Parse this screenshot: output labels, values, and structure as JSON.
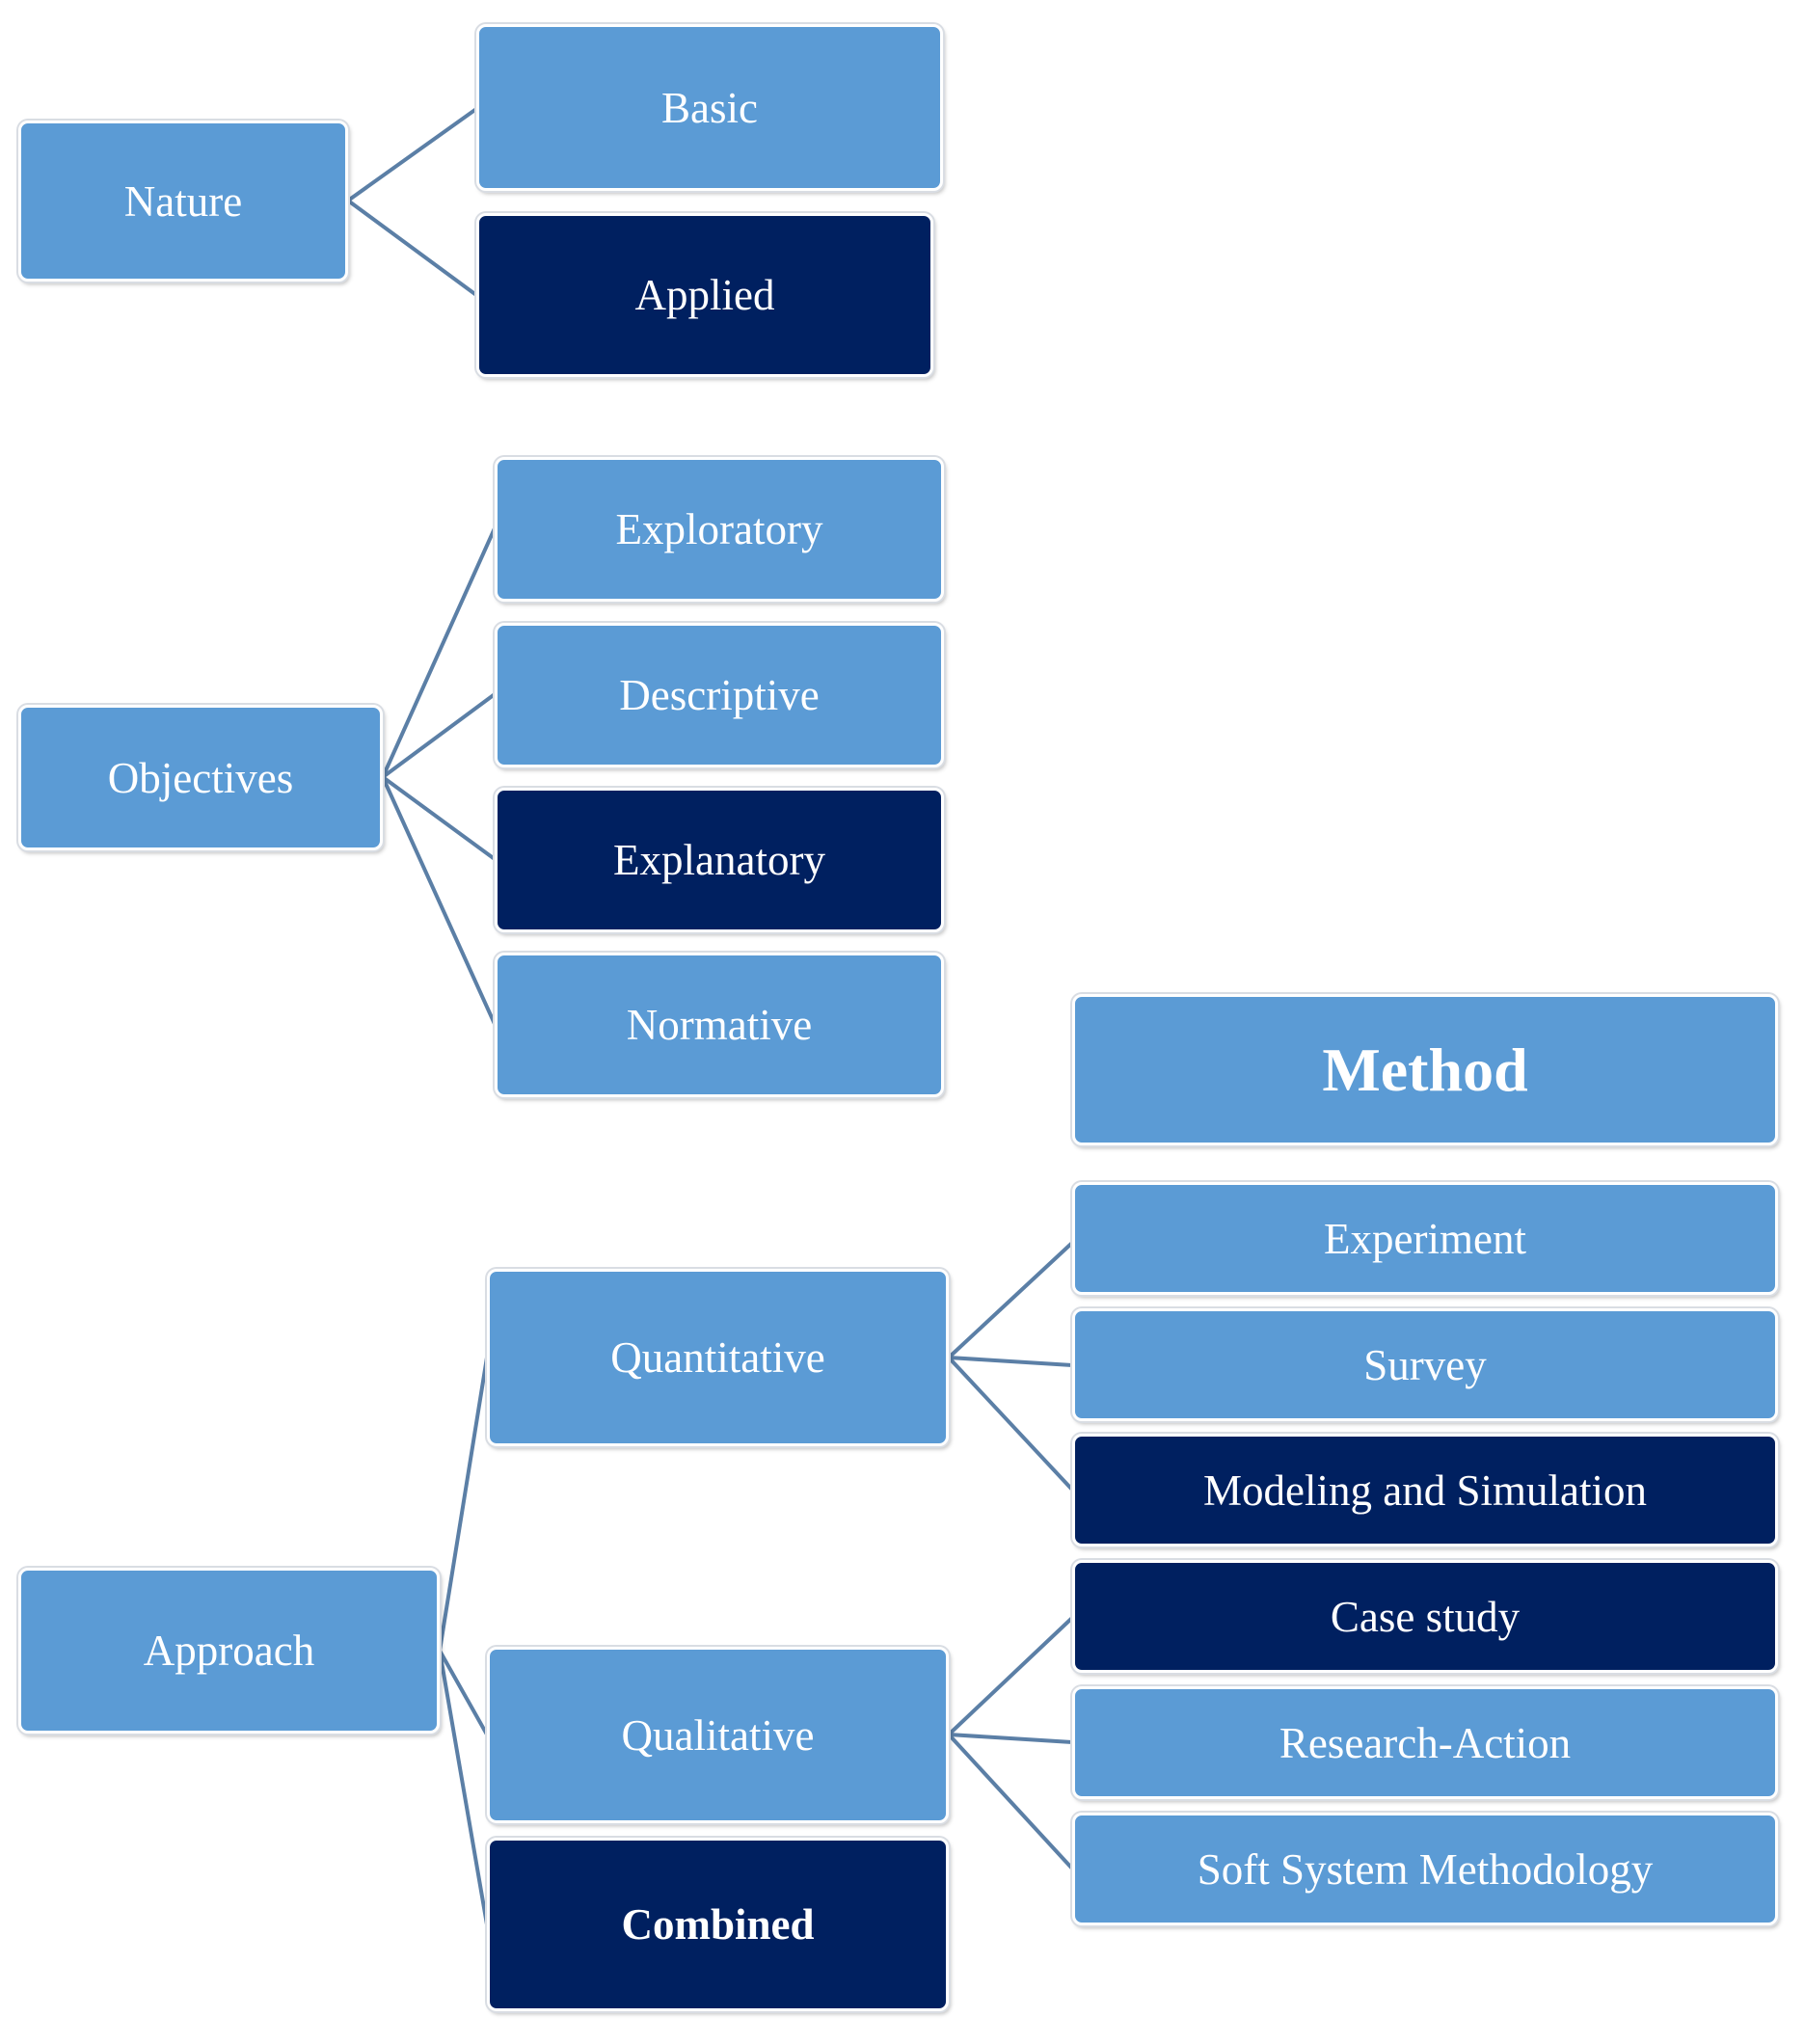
{
  "colors": {
    "light_node": "#5b9bd5",
    "dark_node": "#002060",
    "connector": "#5b7fa6"
  },
  "nature": {
    "label": "Nature",
    "children": {
      "basic": "Basic",
      "applied": "Applied"
    }
  },
  "objectives": {
    "label": "Objectives",
    "children": {
      "exploratory": "Exploratory",
      "descriptive": "Descriptive",
      "explanatory": "Explanatory",
      "normative": "Normative"
    }
  },
  "approach": {
    "label": "Approach",
    "children": {
      "quantitative": "Quantitative",
      "qualitative": "Qualitative",
      "combined": "Combined"
    }
  },
  "method": {
    "header": "Method",
    "quantitative_methods": {
      "experiment": "Experiment",
      "survey": "Survey",
      "modeling": "Modeling and Simulation"
    },
    "qualitative_methods": {
      "case_study": "Case study",
      "research_action": "Research-Action",
      "ssm": "Soft System Methodology"
    }
  }
}
